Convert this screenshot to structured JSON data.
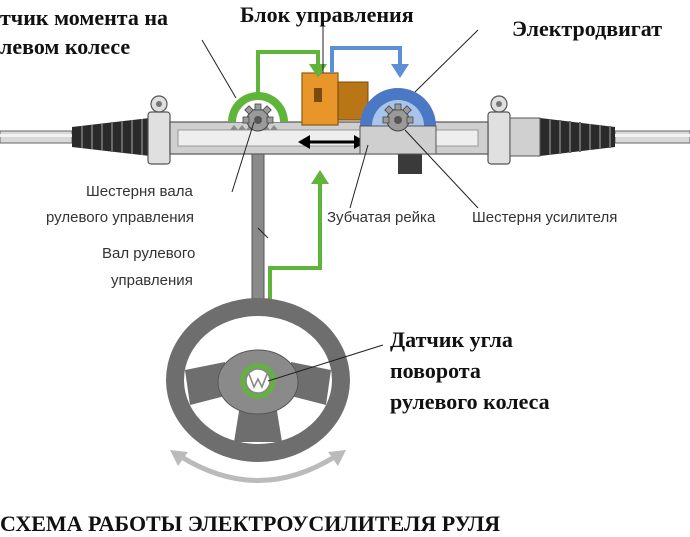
{
  "labels": {
    "torque_sensor_line1": "тчик момента на",
    "torque_sensor_line2": "левом колесе",
    "control_unit": "Блок управления",
    "electric_motor": "Электродвигат",
    "steering_shaft_gear_line1": "Шестерня вала",
    "steering_shaft_gear_line2": "рулевого управления",
    "steering_shaft_line1": "Вал рулевого",
    "steering_shaft_line2": "управления",
    "rack": "Зубчатая рейка",
    "booster_gear": "Шестерня усилителя",
    "angle_sensor_line1": "Датчик угла",
    "angle_sensor_line2": "поворота",
    "angle_sensor_line3": "рулевого колеса"
  },
  "title": "СХЕМА РАБОТЫ ЭЛЕКТРОУСИЛИТЕЛЯ РУЛЯ",
  "colors": {
    "signal_green": "#5fb43a",
    "power_blue": "#5b8fd6",
    "control_unit_orange": "#e8962a",
    "motor_blue": "#4a78c4",
    "rack_gray": "#c8c8c8",
    "wheel_gray": "#6e6e6e"
  }
}
